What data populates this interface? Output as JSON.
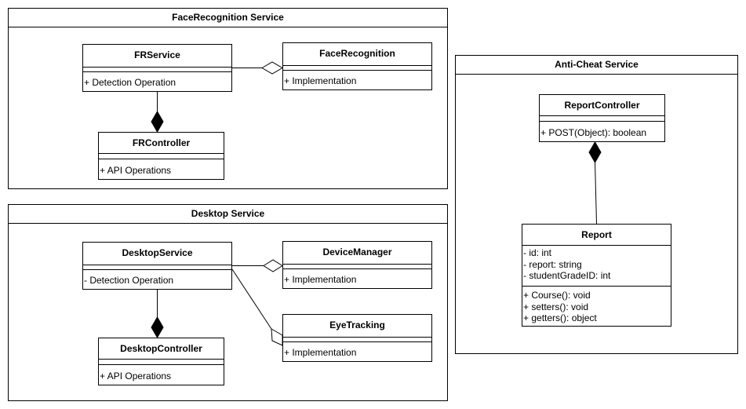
{
  "packages": {
    "face_recognition": {
      "title": "FaceRecognition Service"
    },
    "desktop": {
      "title": "Desktop Service"
    },
    "anti_cheat": {
      "title": "Anti-Cheat Service"
    }
  },
  "classes": {
    "fr_service": {
      "name": "FRService",
      "ops": [
        "+ Detection Operation"
      ]
    },
    "face_recognition": {
      "name": "FaceRecognition",
      "ops": [
        "+ Implementation"
      ]
    },
    "fr_controller": {
      "name": "FRController",
      "ops": [
        "+ API Operations"
      ]
    },
    "desktop_service": {
      "name": "DesktopService",
      "ops": [
        "- Detection Operation"
      ]
    },
    "device_manager": {
      "name": "DeviceManager",
      "ops": [
        "+ Implementation"
      ]
    },
    "eye_tracking": {
      "name": "EyeTracking",
      "ops": [
        "+ Implementation"
      ]
    },
    "desktop_controller": {
      "name": "DesktopController",
      "ops": [
        "+ API Operations"
      ]
    },
    "report_controller": {
      "name": "ReportController",
      "ops": [
        "+ POST(Object): boolean"
      ]
    },
    "report": {
      "name": "Report",
      "attrs": [
        "- id: int",
        "- report: string",
        "- studentGradeID: int"
      ],
      "ops": [
        "+ Course(): void",
        "+ setters(): void",
        "+ getters(): object"
      ]
    }
  },
  "colors": {
    "line": "#000000",
    "background": "#ffffff"
  }
}
